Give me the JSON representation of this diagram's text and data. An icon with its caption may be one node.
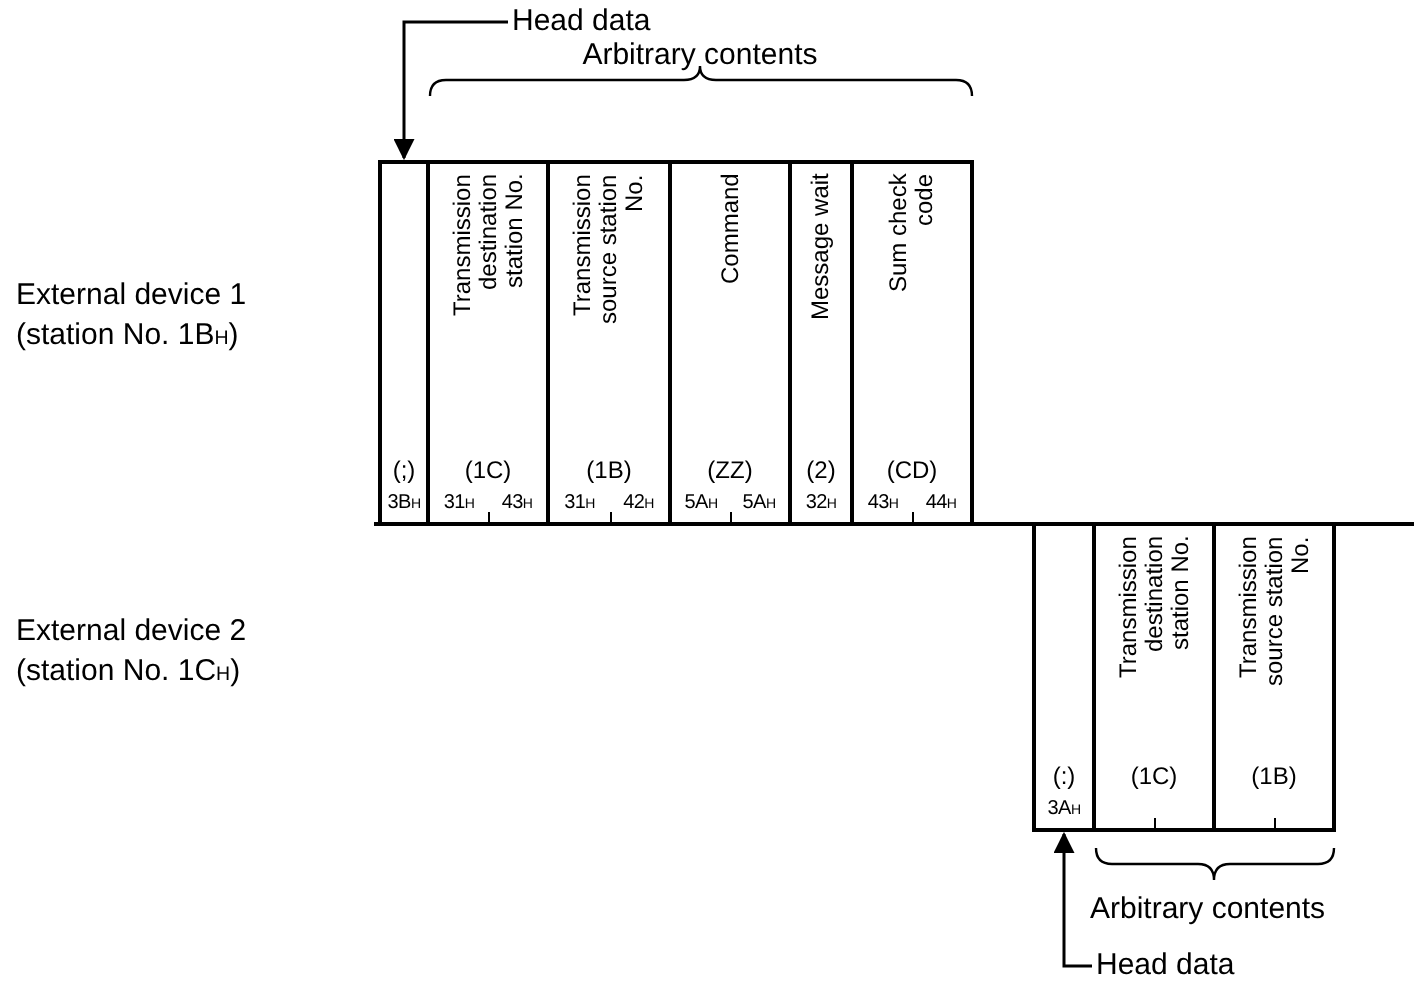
{
  "diagram": {
    "nodes": [
      {
        "text": [
          "Head data"
        ]
      },
      {
        "text": [
          "(;)",
          "3B$_{H}$"
        ]
      },
      {
        "text": [
          "Transmission destination station No.",
          "(1C)",
          "31$_{H}$",
          "43$_{H}$"
        ]
      },
      {
        "text": [
          "Transmission source station No.",
          "(1B)",
          "31$_{H}$",
          "42$_{H}$"
        ]
      },
      {
        "text": [
          "Command",
          "(ZZ)",
          "5A$_{H}$",
          "5A$_{H}$"
        ]
      },
      {
        "text": [
          "Message wait",
          "(2)",
          "32$_{H}$"
        ]
      },
      {
        "text": [
          "Sum check code",
          "(CD)",
          "43$_{H}$",
          "44$_{H}$"
        ]
      },
      {
        "text": [
          "(:)",
          "3A$_{H}$"
        ]
      },
      {
        "text": [
          "Transmission destination station No.",
          "(1C)"
        ]
      },
      {
        "text": [
          "Transmission source station No.",
          "(1B)"
        ]
      },
      {
        "text": [
          "Head data"
        ]
      }
    ],
    "edges": [
      {
        "from": 0,
        "to": 1,
        "arrow": "to"
      },
      {
        "from": 10,
        "to": 7,
        "arrow": "to"
      }
    ],
    "labels": [
      "Arbitrary contents",
      "External device 1 (station No. 1B$_{H}$)",
      "External device 2 (station No. 1C$_{H}$)",
      "Arbitrary contents"
    ]
  }
}
